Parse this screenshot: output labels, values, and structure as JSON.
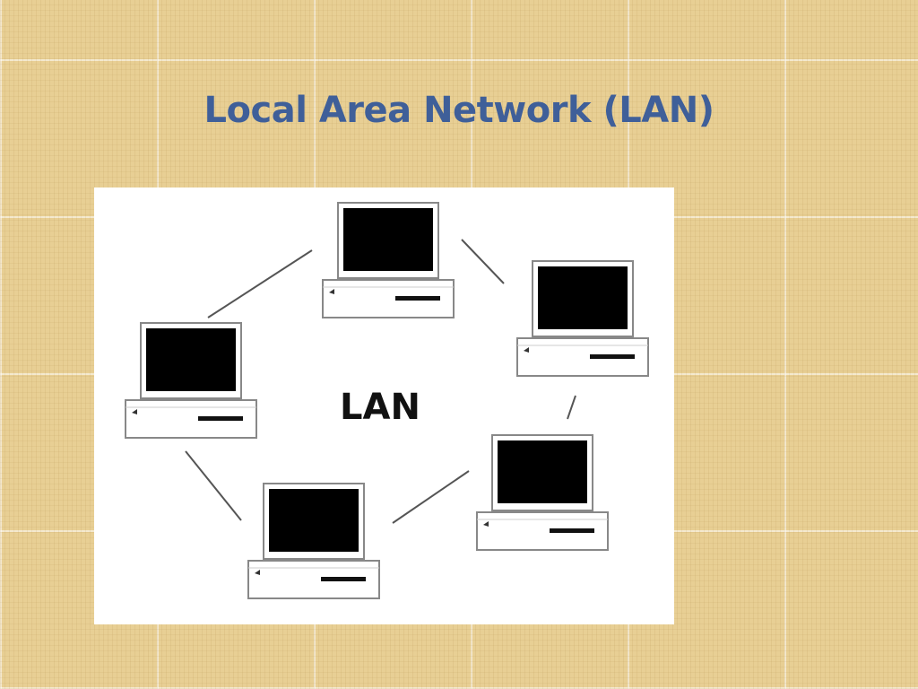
{
  "slide": {
    "title": "Local Area Network (LAN)"
  },
  "diagram": {
    "center_label": "LAN",
    "computers": [
      {
        "name": "computer-top"
      },
      {
        "name": "computer-top-right"
      },
      {
        "name": "computer-left"
      },
      {
        "name": "computer-bottom-right"
      },
      {
        "name": "computer-bottom"
      }
    ],
    "colors": {
      "title": "#3f5f99",
      "screen": "#000000",
      "panel": "#ffffff"
    }
  }
}
